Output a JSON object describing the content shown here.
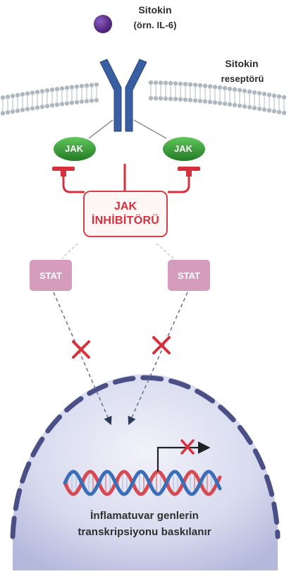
{
  "cytokine": {
    "line1": "Sitokin",
    "line2": "(örn. IL-6)"
  },
  "receptor": {
    "line1": "Sitokin",
    "line2": "reseptörü"
  },
  "jak": {
    "left": "JAK",
    "right": "JAK"
  },
  "inhibitor": {
    "line1": "JAK",
    "line2": "İNHİBİTÖRÜ"
  },
  "stat": {
    "left": "STAT",
    "right": "STAT"
  },
  "nucleus_caption": {
    "line1": "İnflamatuvar genlerin",
    "line2": "transkripsiyonu baskılanır"
  },
  "colors": {
    "cytokine": "#5b2a86",
    "receptor": "#3a5fa0",
    "membrane": "#b9c1c9",
    "jak": "#3a9a3a",
    "inhibitor": "#d6303c",
    "stat": "#d69cbe",
    "nucleus": "#c9cbe6",
    "nucleus_border": "#4a4f86"
  }
}
